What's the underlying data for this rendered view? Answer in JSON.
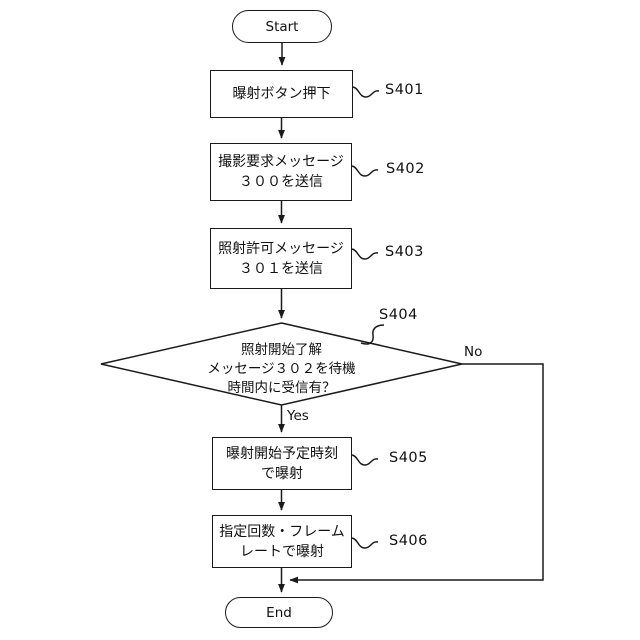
{
  "diagram": {
    "type": "flowchart",
    "start": {
      "label": "Start"
    },
    "end": {
      "label": "End"
    },
    "steps": [
      {
        "id": "S401",
        "shape": "process",
        "text": "曝射ボタン押下"
      },
      {
        "id": "S402",
        "shape": "process",
        "text": "撮影要求メッセージ\n３００を送信"
      },
      {
        "id": "S403",
        "shape": "process",
        "text": "照射許可メッセージ\n３０１を送信"
      },
      {
        "id": "S404",
        "shape": "decision",
        "text": "照射開始了解\nメッセージ３０２を待機\n時間内に受信有？",
        "yes_label": "Yes",
        "no_label": "No"
      },
      {
        "id": "S405",
        "shape": "process",
        "text": "曝射開始予定時刻\nで曝射"
      },
      {
        "id": "S406",
        "shape": "process",
        "text": "指定回数・フレーム\nレートで曝射"
      }
    ],
    "colors": {
      "line": "#1a1a1a",
      "background": "#ffffff"
    }
  }
}
